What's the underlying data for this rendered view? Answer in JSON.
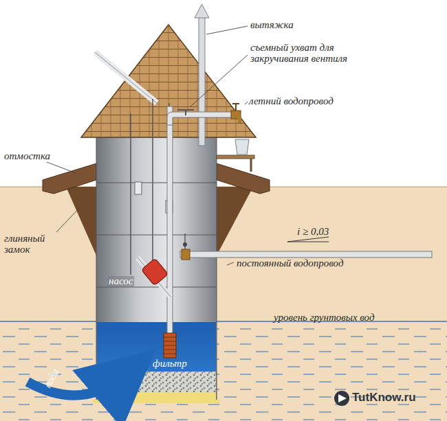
{
  "diagram": {
    "labels": [
      "вытяжка",
      "съемный ухват для закручивания вентиля",
      "летний водопровод",
      "отмостка",
      "глиняный замок",
      "i ≥ 0,03",
      "постоянный водопровод",
      "насос",
      "уровень грунтовых вод",
      "фильтр",
      "вода",
      "TutKnow.ru"
    ]
  }
}
